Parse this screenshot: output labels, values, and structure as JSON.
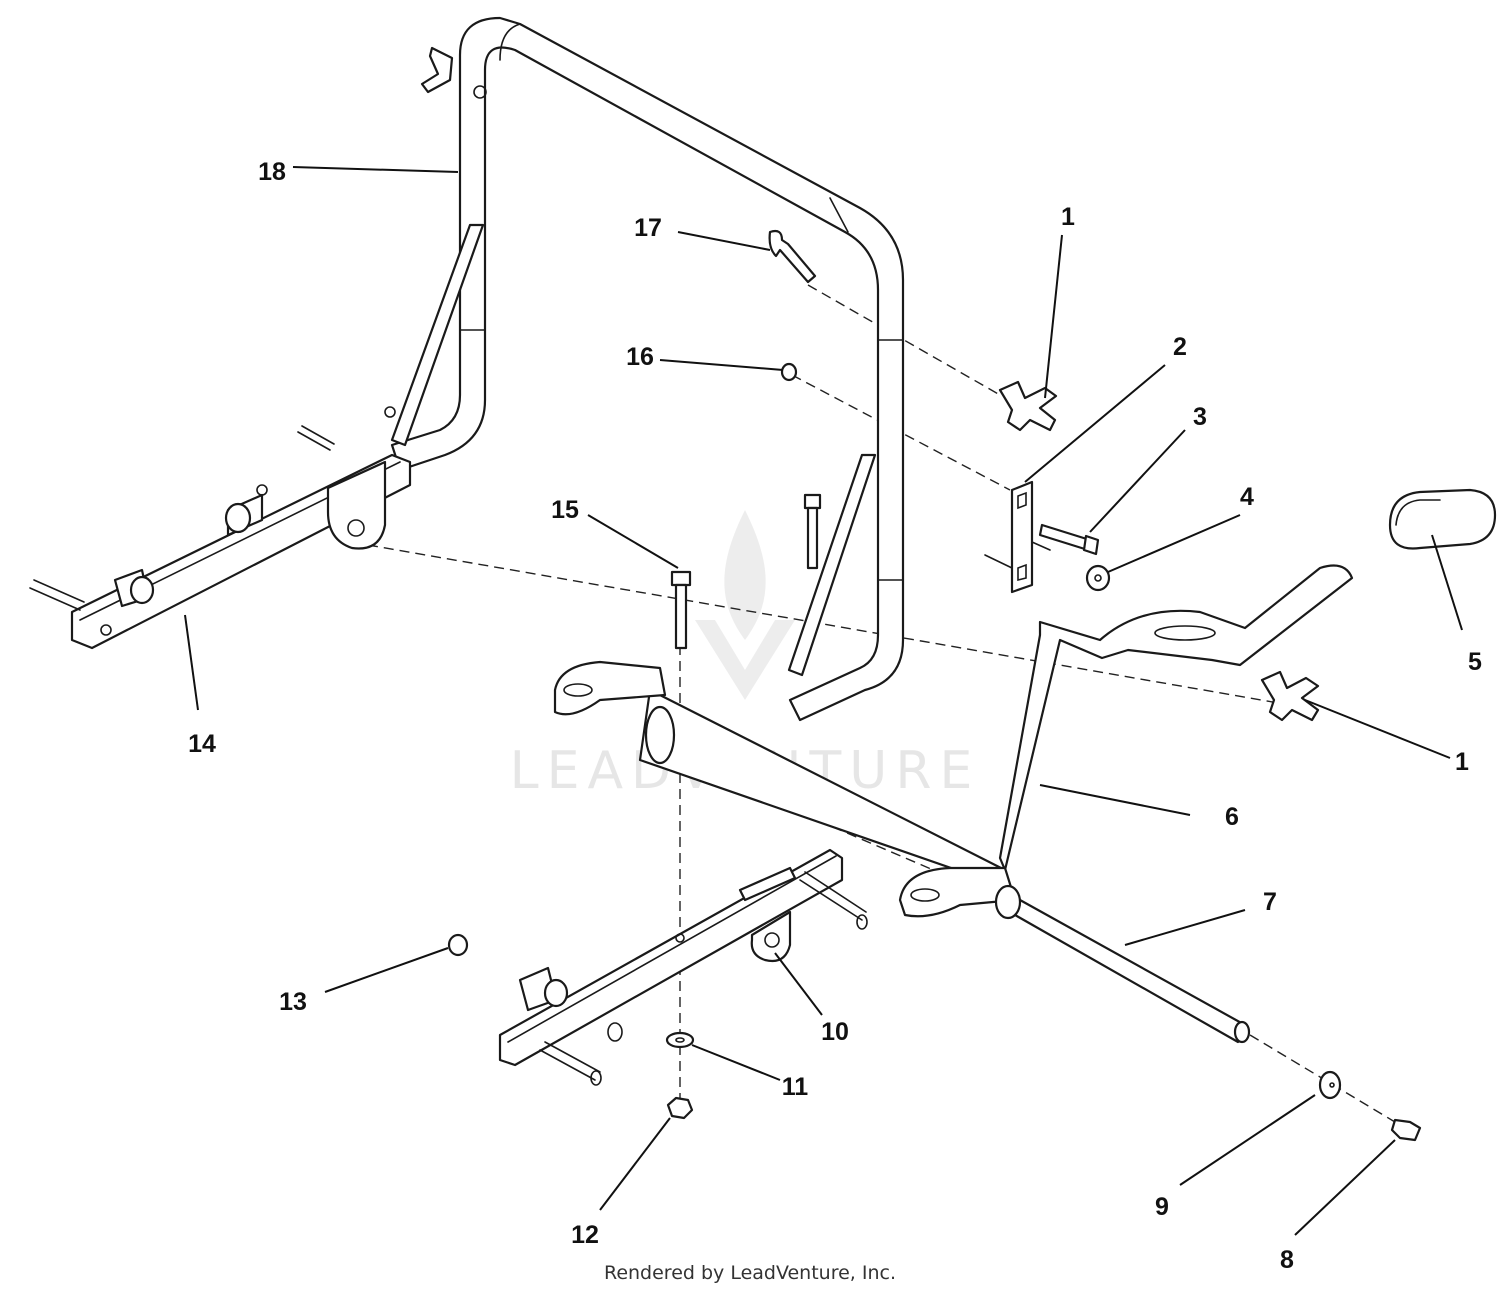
{
  "watermark": {
    "text": "LEADVENTURE"
  },
  "footer": {
    "text": "Rendered by LeadVenture, Inc."
  },
  "callouts": {
    "c1a": "1",
    "c1b": "1",
    "c2": "2",
    "c3": "3",
    "c4": "4",
    "c5": "5",
    "c6": "6",
    "c7": "7",
    "c8": "8",
    "c9": "9",
    "c10": "10",
    "c11": "11",
    "c12": "12",
    "c13": "13",
    "c14": "14",
    "c15": "15",
    "c16": "16",
    "c17": "17",
    "c18": "18"
  },
  "colors": {
    "line": "#1a1a1a",
    "watermark": "#e4e4e4",
    "background": "#ffffff"
  }
}
